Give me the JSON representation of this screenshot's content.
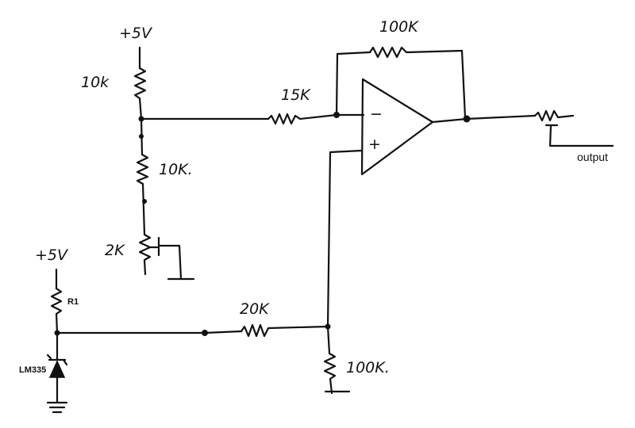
{
  "labels": {
    "supply_top": "+5V",
    "r_top": "10k",
    "r_mid": "10K.",
    "pot_offset": "2K",
    "r_input": "15K",
    "r_feedback": "100K",
    "supply_bottom": "+5V",
    "r1": "R1",
    "sensor": "LM335",
    "r_plus": "20K",
    "r_ground": "100K.",
    "opamp_minus": "−",
    "opamp_plus": "+",
    "output": "output"
  },
  "colors": {
    "ink": "#111111",
    "paper": "#ffffff"
  }
}
